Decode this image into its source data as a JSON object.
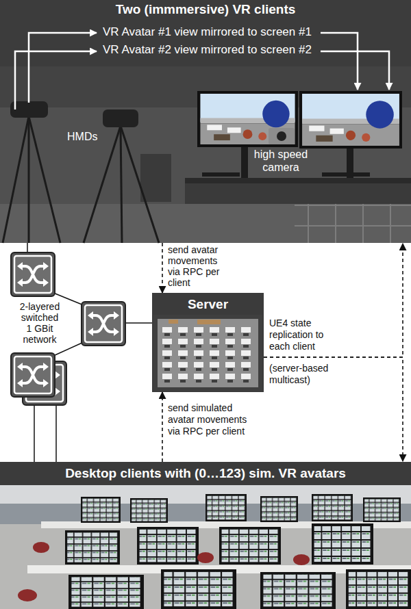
{
  "diagram": {
    "nodes": [
      {
        "text": [
          "Two (immmersive) VR clients"
        ]
      },
      {
        "text": [
          "Server"
        ]
      },
      {
        "text": [
          "Desktop clients with (0…123) sim. VR avatars"
        ]
      }
    ],
    "edges": [
      {
        "from": 0,
        "to": 1,
        "arrow": "to",
        "label": "send avatar movements via RPC per client"
      },
      {
        "from": 2,
        "to": 1,
        "arrow": "to",
        "label": "send simulated avatar movements via RPC per client"
      },
      {
        "from": 1,
        "to": 0,
        "arrow": "to",
        "label": "UE4 state replication to each client"
      },
      {
        "from": 1,
        "to": 2,
        "arrow": "to",
        "label": "(server-based multicast)"
      }
    ],
    "labels": [
      "VR Avatar #1 view mirrored to screen #1",
      "VR Avatar #2 view mirrored to screen #2",
      "HMDs",
      "high speed camera",
      "2-layered switched 1 GBit network"
    ]
  }
}
